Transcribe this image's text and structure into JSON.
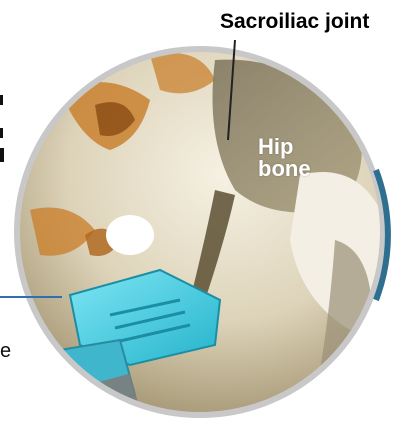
{
  "labels": {
    "sacroiliac_joint": "Sacroiliac joint",
    "hip_line1": "Hip",
    "hip_line2": "bone",
    "edge_frag_bottom": "e"
  },
  "colors": {
    "bone_light": "#e9e2cf",
    "bone_shadow": "#8a7a55",
    "sacrum_orange": "#c9812f",
    "implant_cyan": "#49d3e8",
    "pointer_blue": "#2f6fb0",
    "circle_frame": "#c8c8c8"
  }
}
